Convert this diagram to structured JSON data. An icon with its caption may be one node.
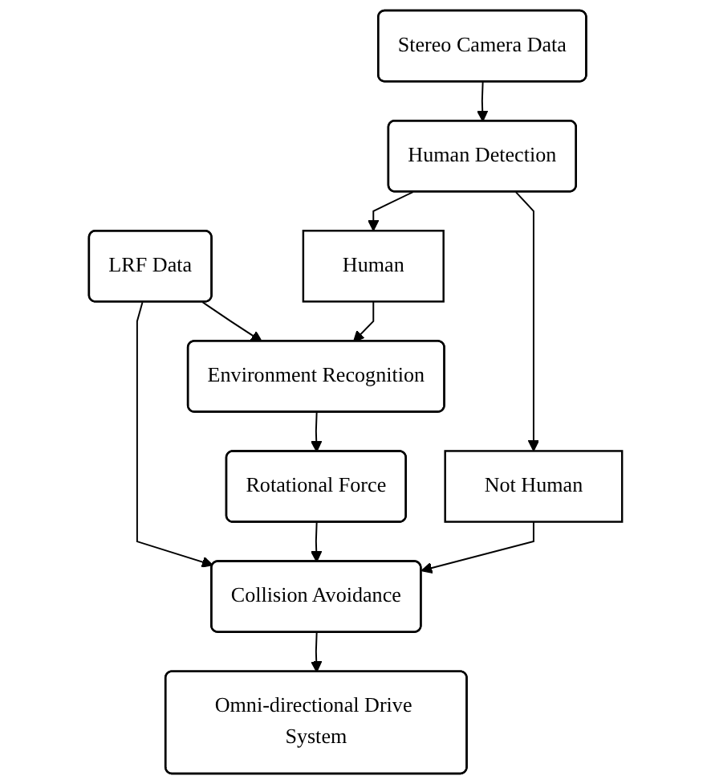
{
  "diagram": {
    "nodes": [
      {
        "text": [
          "Stereo Camera Data"
        ]
      },
      {
        "text": [
          "LRF Data"
        ]
      },
      {
        "text": [
          "Human Detection"
        ]
      },
      {
        "text": [
          "Not Human"
        ]
      },
      {
        "text": [
          "Human"
        ]
      },
      {
        "text": [
          "Environment Recognition"
        ]
      },
      {
        "text": [
          "Rotational Force"
        ]
      },
      {
        "text": [
          "Collision Avoidance"
        ]
      },
      {
        "text": [
          "Omni-directional Drive System"
        ]
      }
    ],
    "edges": [
      {
        "from": 0,
        "to": 2,
        "arrow": "to"
      },
      {
        "from": 2,
        "to": 3,
        "arrow": "to"
      },
      {
        "from": 2,
        "to": 4,
        "arrow": "to"
      },
      {
        "from": 1,
        "to": 5,
        "arrow": "to"
      },
      {
        "from": 1,
        "to": 7,
        "arrow": "to"
      },
      {
        "from": 4,
        "to": 5,
        "arrow": "to"
      },
      {
        "from": 5,
        "to": 6,
        "arrow": "to"
      },
      {
        "from": 3,
        "to": 7,
        "arrow": "to"
      },
      {
        "from": 6,
        "to": 7,
        "arrow": "to"
      },
      {
        "from": 7,
        "to": 8,
        "arrow": "to"
      }
    ]
  }
}
